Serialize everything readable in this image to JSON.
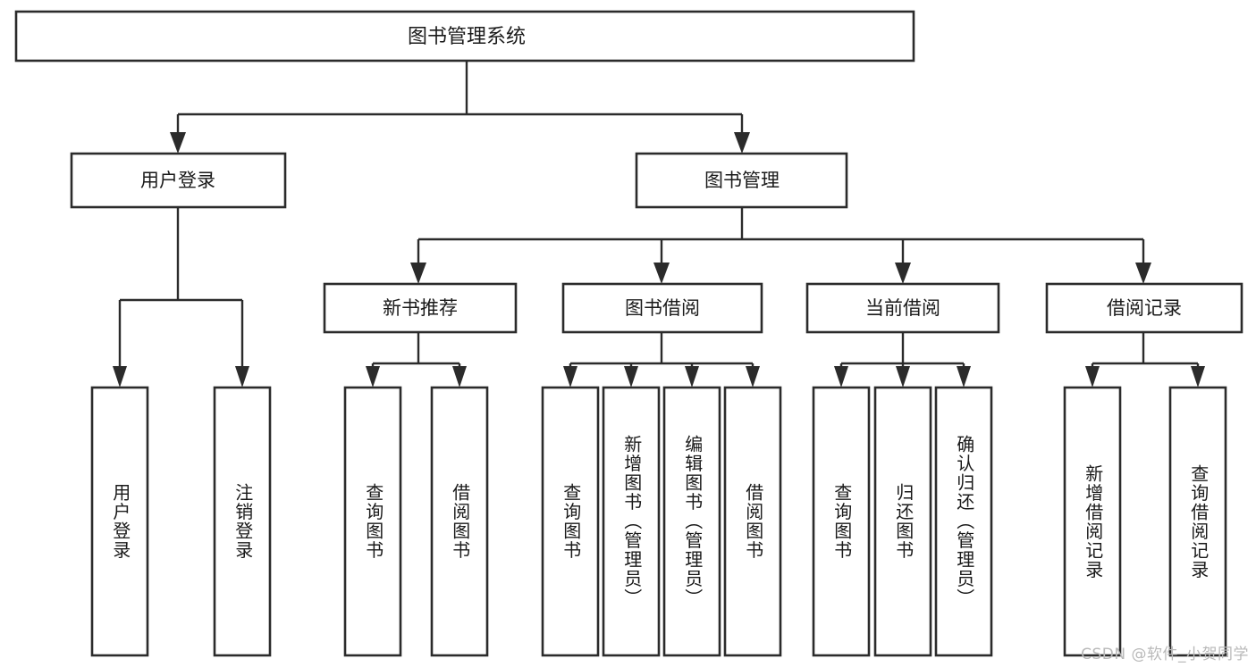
{
  "diagram": {
    "title": "图书管理系统",
    "type": "tree-hierarchy",
    "watermark": "CSDN @软件_小贺同学",
    "root": {
      "id": "root",
      "label": "图书管理系统"
    },
    "level1": [
      {
        "id": "user-login",
        "label": "用户登录"
      },
      {
        "id": "book-management",
        "label": "图书管理"
      }
    ],
    "level2": [
      {
        "id": "new-book-recommend",
        "label": "新书推荐",
        "parent": "book-management"
      },
      {
        "id": "book-borrow",
        "label": "图书借阅",
        "parent": "book-management"
      },
      {
        "id": "current-borrow",
        "label": "当前借阅",
        "parent": "book-management"
      },
      {
        "id": "borrow-record",
        "label": "借阅记录",
        "parent": "book-management"
      }
    ],
    "leaves": [
      {
        "id": "leaf-user-login",
        "label": "用户登录",
        "parent": "user-login"
      },
      {
        "id": "leaf-logout-login",
        "label": "注销登录",
        "parent": "user-login"
      },
      {
        "id": "leaf-query-book-1",
        "label": "查询图书",
        "parent": "new-book-recommend"
      },
      {
        "id": "leaf-borrow-book-1",
        "label": "借阅图书",
        "parent": "new-book-recommend"
      },
      {
        "id": "leaf-query-book-2",
        "label": "查询图书",
        "parent": "book-borrow"
      },
      {
        "id": "leaf-add-book",
        "label": "新增图书（管理员）",
        "parent": "book-borrow"
      },
      {
        "id": "leaf-edit-book",
        "label": "编辑图书（管理员）",
        "parent": "book-borrow"
      },
      {
        "id": "leaf-borrow-book-2",
        "label": "借阅图书",
        "parent": "book-borrow"
      },
      {
        "id": "leaf-query-book-3",
        "label": "查询图书",
        "parent": "current-borrow"
      },
      {
        "id": "leaf-return-book",
        "label": "归还图书",
        "parent": "current-borrow"
      },
      {
        "id": "leaf-confirm-return",
        "label": "确认归还（管理员）",
        "parent": "current-borrow"
      },
      {
        "id": "leaf-add-record",
        "label": "新增借阅记录",
        "parent": "borrow-record"
      },
      {
        "id": "leaf-query-record",
        "label": "查询借阅记录",
        "parent": "borrow-record"
      }
    ],
    "colors": {
      "stroke": "#2b2b2b",
      "fill": "#ffffff",
      "text": "#1a1a1a",
      "watermark": "#b9b9b9"
    }
  }
}
